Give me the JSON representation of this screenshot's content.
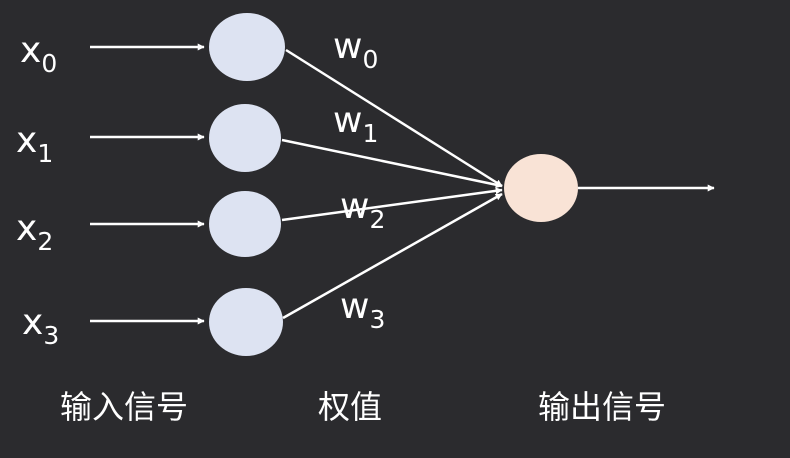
{
  "inputs": [
    {
      "symbol": "x",
      "index": "0"
    },
    {
      "symbol": "x",
      "index": "1"
    },
    {
      "symbol": "x",
      "index": "2"
    },
    {
      "symbol": "x",
      "index": "3"
    }
  ],
  "weights": [
    {
      "symbol": "w",
      "index": "0"
    },
    {
      "symbol": "w",
      "index": "1"
    },
    {
      "symbol": "w",
      "index": "2"
    },
    {
      "symbol": "w",
      "index": "3"
    }
  ],
  "labels": {
    "input": "输入信号",
    "weight": "权值",
    "output": "输出信号"
  },
  "colors": {
    "background": "#2b2b2e",
    "input_node": "#dde3f2",
    "output_node": "#f9e3d6",
    "line": "#ffffff",
    "text": "#ffffff"
  }
}
